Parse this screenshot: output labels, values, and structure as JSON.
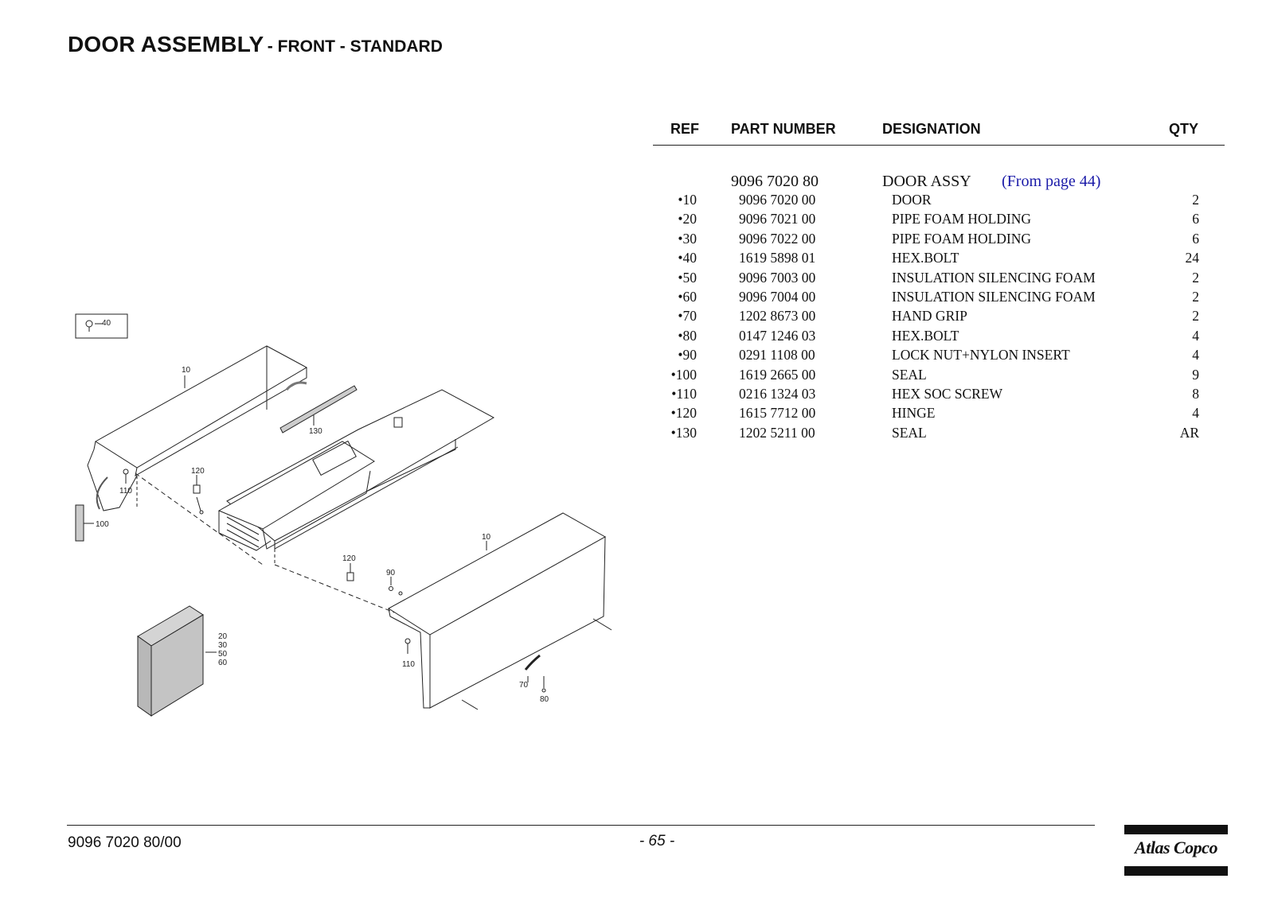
{
  "page": {
    "title_main": "DOOR ASSEMBLY",
    "title_sub": "- FRONT - STANDARD",
    "doc_number": "9096 7020 80/00",
    "page_number": "- 65 -",
    "brand": "Atlas Copco"
  },
  "table": {
    "headers": {
      "ref": "REF",
      "part_number": "PART NUMBER",
      "designation": "DESIGNATION",
      "qty": "QTY"
    },
    "assembly": {
      "part_number": "9096 7020 80",
      "designation": "DOOR ASSY",
      "reference": "(From page 44)"
    },
    "rows": [
      {
        "ref": "•10",
        "part": "9096 7020 00",
        "desig": "DOOR",
        "qty": "2"
      },
      {
        "ref": "•20",
        "part": "9096 7021 00",
        "desig": "PIPE FOAM HOLDING",
        "qty": "6"
      },
      {
        "ref": "•30",
        "part": "9096 7022 00",
        "desig": "PIPE FOAM HOLDING",
        "qty": "6"
      },
      {
        "ref": "•40",
        "part": "1619 5898 01",
        "desig": "HEX.BOLT",
        "qty": "24"
      },
      {
        "ref": "•50",
        "part": "9096 7003 00",
        "desig": "INSULATION SILENCING FOAM",
        "qty": "2"
      },
      {
        "ref": "•60",
        "part": "9096 7004 00",
        "desig": "INSULATION SILENCING FOAM",
        "qty": "2"
      },
      {
        "ref": "•70",
        "part": "1202 8673 00",
        "desig": "HAND GRIP",
        "qty": "2"
      },
      {
        "ref": "•80",
        "part": "0147 1246 03",
        "desig": "HEX.BOLT",
        "qty": "4"
      },
      {
        "ref": "•90",
        "part": "0291 1108 00",
        "desig": "LOCK NUT+NYLON INSERT",
        "qty": "4"
      },
      {
        "ref": "•100",
        "part": "1619 2665 00",
        "desig": "SEAL",
        "qty": "9"
      },
      {
        "ref": "•110",
        "part": "0216 1324 03",
        "desig": "HEX SOC SCREW",
        "qty": "8"
      },
      {
        "ref": "•120",
        "part": "1615 7712 00",
        "desig": "HINGE",
        "qty": "4"
      },
      {
        "ref": "•130",
        "part": "1202 5211 00",
        "desig": "SEAL",
        "qty": "AR"
      }
    ]
  },
  "drawing": {
    "callouts": {
      "key_bolt": "40",
      "door_left": "10",
      "door_right": "10",
      "seal_strip": "130",
      "hinge_left": "120",
      "hinge_right": "120",
      "screw_left": "110",
      "screw_right": "110",
      "seal_vertical": "100",
      "nut": "90",
      "grip": "70",
      "bolt": "80",
      "foam_20": "20",
      "foam_30": "30",
      "foam_50": "50",
      "foam_60": "60"
    }
  }
}
